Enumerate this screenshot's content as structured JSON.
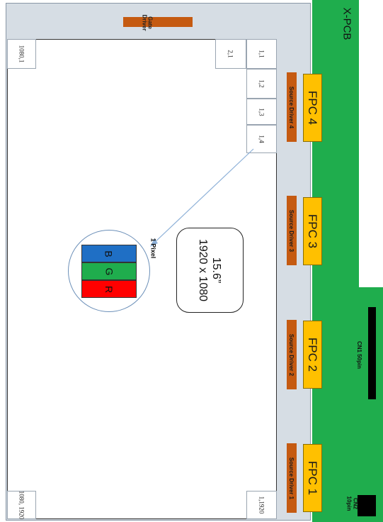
{
  "pcb": {
    "label": "X-PCB"
  },
  "connectors": {
    "cn1": "CN1 50pin",
    "cn2_line1": "CN2",
    "cn2_line2": "10pin"
  },
  "fpc": [
    "FPC 4",
    "FPC 3",
    "FPC 2",
    "FPC 1"
  ],
  "source_drivers": [
    "Source Driver 4",
    "Source Driver 3",
    "Source Driver 2",
    "Source Driver 1"
  ],
  "gate_driver": {
    "line1": "Gate",
    "line2": "Driver"
  },
  "panel": {
    "size": "15.6”",
    "resolution": "1920 x 1080"
  },
  "pixel": {
    "label": "1 Pixel",
    "subpixels": [
      "B",
      "G",
      "R"
    ]
  },
  "cells": {
    "c_1_1": "1,1",
    "c_1_2": "1,2",
    "c_1_3": "1,3",
    "c_1_4": "1,4",
    "c_2_1": "2,1",
    "c_1080_1": "1080,1",
    "c_1_1920": "1,1920",
    "c_1080_1920": "1080, 1920"
  },
  "colors": {
    "pcb_green": "#1fad4d",
    "driver_orange": "#c55a11",
    "fpc_yellow": "#ffc000",
    "subpixel_blue": "#1f6fc5",
    "subpixel_green": "#1fad4d",
    "subpixel_red": "#ff0000"
  }
}
